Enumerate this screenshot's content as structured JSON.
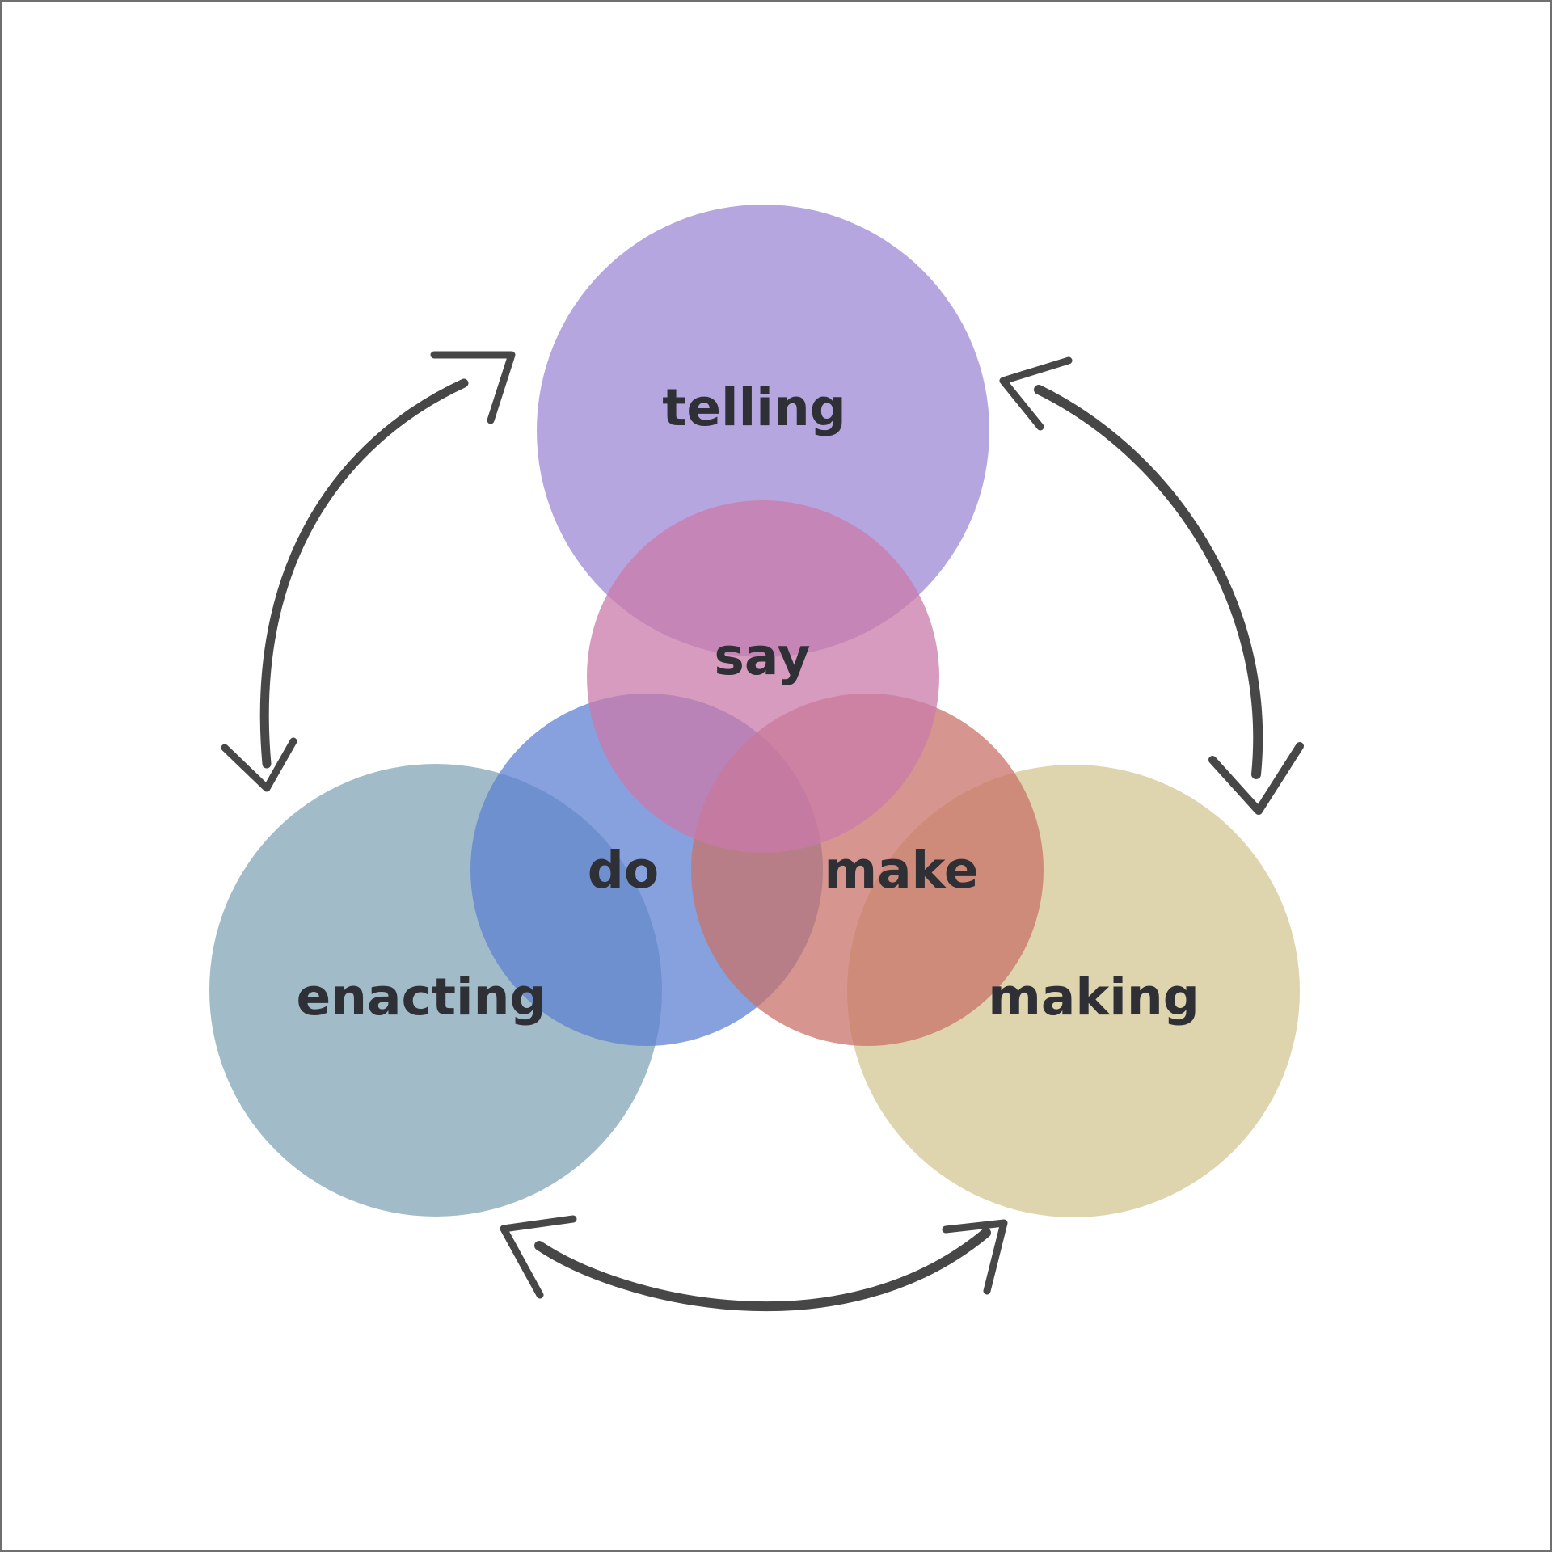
{
  "diagram": {
    "outer_circles": [
      {
        "id": "telling",
        "label": "telling",
        "color": "#a996d9"
      },
      {
        "id": "enacting",
        "label": "enacting",
        "color": "#91afbe"
      },
      {
        "id": "making",
        "label": "making",
        "color": "#d8cc9f"
      }
    ],
    "inner_circles": [
      {
        "id": "say",
        "label": "say",
        "color": "#c979aa"
      },
      {
        "id": "do",
        "label": "do",
        "color": "#5d82d1"
      },
      {
        "id": "make",
        "label": "make",
        "color": "#c8736a"
      }
    ],
    "arrow_color": "#474747",
    "arrows": [
      {
        "id": "telling-enacting",
        "direction": "bidirectional"
      },
      {
        "id": "telling-making",
        "direction": "bidirectional"
      },
      {
        "id": "enacting-making",
        "direction": "bidirectional"
      }
    ]
  }
}
